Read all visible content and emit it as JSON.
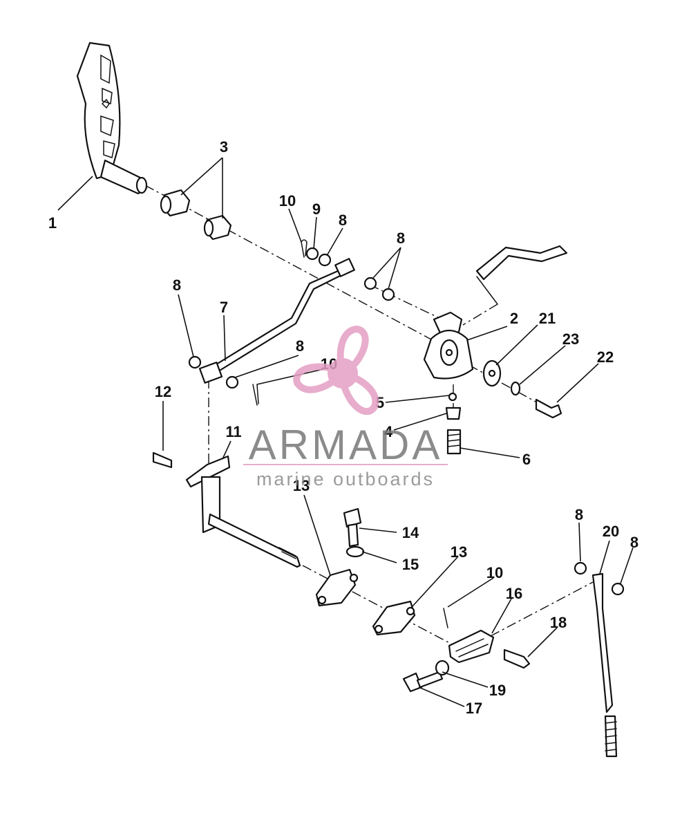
{
  "watermark": {
    "brand": "ARMADA",
    "tagline": "marine outboards",
    "logo_icon": "propeller-icon",
    "logo_color": "#e59fc4",
    "text_color": "#777777"
  },
  "callouts": [
    {
      "id": "c1",
      "label": "1"
    },
    {
      "id": "c3",
      "label": "3"
    },
    {
      "id": "c10a",
      "label": "10"
    },
    {
      "id": "c9",
      "label": "9"
    },
    {
      "id": "c8a",
      "label": "8"
    },
    {
      "id": "c8b",
      "label": "8"
    },
    {
      "id": "c8c",
      "label": "8"
    },
    {
      "id": "c7",
      "label": "7"
    },
    {
      "id": "c8d",
      "label": "8"
    },
    {
      "id": "c10b",
      "label": "10"
    },
    {
      "id": "c2",
      "label": "2"
    },
    {
      "id": "c21",
      "label": "21"
    },
    {
      "id": "c23",
      "label": "23"
    },
    {
      "id": "c22",
      "label": "22"
    },
    {
      "id": "c12",
      "label": "12"
    },
    {
      "id": "c11",
      "label": "11"
    },
    {
      "id": "c5",
      "label": "5"
    },
    {
      "id": "c4",
      "label": "4"
    },
    {
      "id": "c6",
      "label": "6"
    },
    {
      "id": "c13a",
      "label": "13"
    },
    {
      "id": "c14",
      "label": "14"
    },
    {
      "id": "c15",
      "label": "15"
    },
    {
      "id": "c13b",
      "label": "13"
    },
    {
      "id": "c10c",
      "label": "10"
    },
    {
      "id": "c16",
      "label": "16"
    },
    {
      "id": "c8e",
      "label": "8"
    },
    {
      "id": "c20",
      "label": "20"
    },
    {
      "id": "c8f",
      "label": "8"
    },
    {
      "id": "c18",
      "label": "18"
    },
    {
      "id": "c19",
      "label": "19"
    },
    {
      "id": "c17",
      "label": "17"
    }
  ]
}
